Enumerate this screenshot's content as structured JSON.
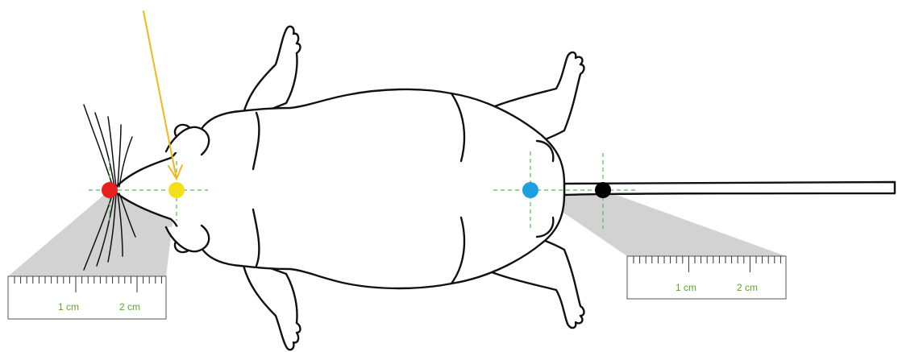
{
  "colors": {
    "outline": "#111111",
    "body_fill": "#ffffff",
    "shade": "#d2d2d2",
    "guide": "#5cb85c",
    "ruler_text": "#5aa52a",
    "arrow": "#f2b71b",
    "nose_marker": "#e8201f",
    "eye_marker": "#f4e01a",
    "tail_base_marker": "#1e9fe2",
    "tail_point_marker": "#000000"
  },
  "rulers": {
    "left": {
      "label_1": "1 cm",
      "label_2": "2 cm"
    },
    "right": {
      "label_1": "1 cm",
      "label_2": "2 cm"
    }
  },
  "icons": {
    "arrow": "yellow-arrow",
    "markers": [
      "red-dot",
      "yellow-dot",
      "blue-dot",
      "black-dot"
    ]
  }
}
